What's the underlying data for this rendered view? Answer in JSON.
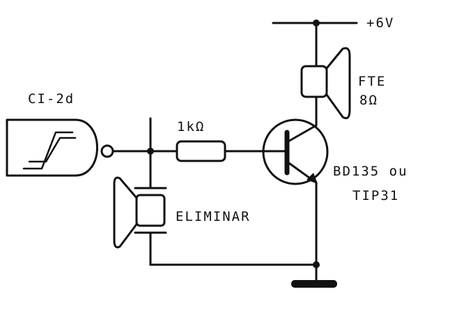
{
  "labels": {
    "ic": "CI-2d",
    "resistor": "1kΩ",
    "supply": "+6V",
    "speaker_name": "FTE",
    "speaker_impedance": "8Ω",
    "transistor_line1": "BD135 ou",
    "transistor_line2": "TIP31",
    "eliminate": "ELIMINAR"
  },
  "colors": {
    "ink": "#111111",
    "paper": "#ffffff"
  }
}
